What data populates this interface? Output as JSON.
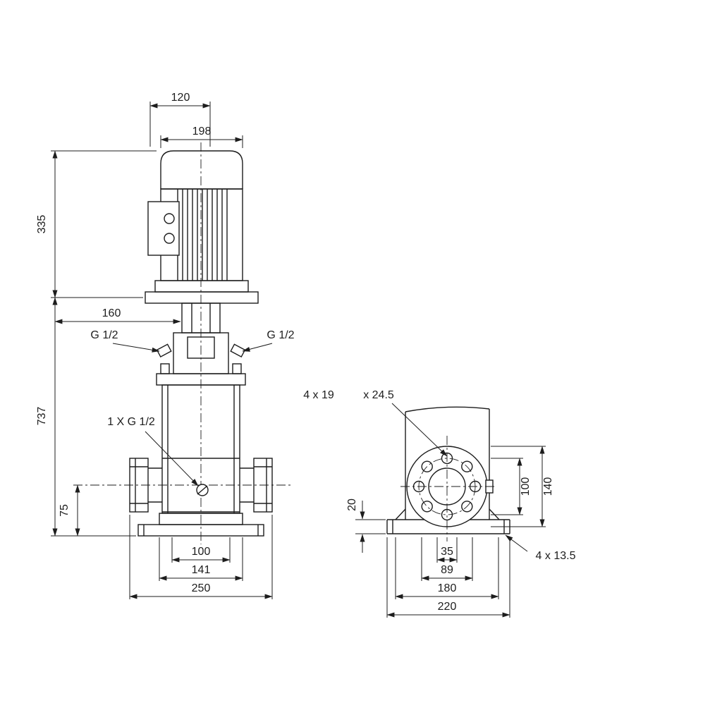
{
  "colors": {
    "line": "#1d1d1d",
    "background": "#ffffff"
  },
  "front_view": {
    "dim_motor_depth": "120",
    "dim_motor_width": "198",
    "dim_motor_height": "335",
    "dim_head_offset": "160",
    "dim_total_height": "737",
    "dim_port_centerline_height": "75",
    "dim_base_inner": "100",
    "dim_base_mid": "141",
    "dim_port_span": "250",
    "label_plug_left": "G 1/2",
    "label_plug_right": "G 1/2",
    "label_drain_plug": "1 X G 1/2"
  },
  "side_view": {
    "label_flange_holes": "4 x 19",
    "label_flange_counterbore": "x 24.5",
    "dim_base_thickness": "20",
    "dim_bolt_circle": "100",
    "dim_flange_od": "140",
    "dim_slot_inner": "35",
    "dim_slot_mid": "89",
    "dim_bolt_span": "180",
    "dim_base_width": "220",
    "label_base_holes": "4 x 13.5"
  }
}
